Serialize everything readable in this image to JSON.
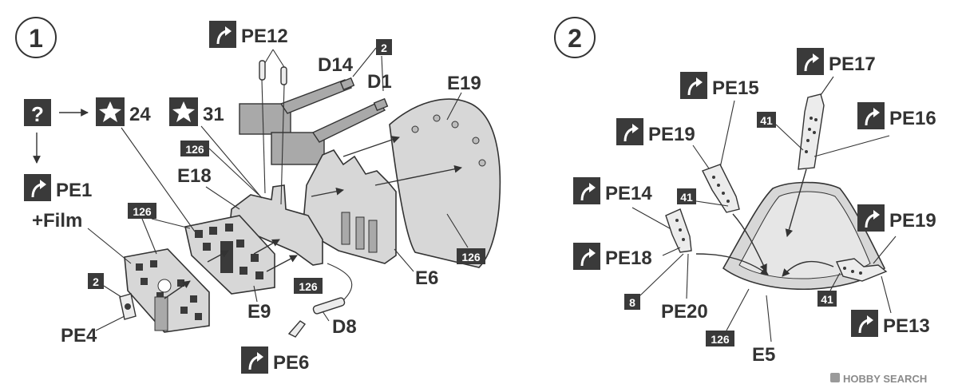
{
  "steps": {
    "step1": "1",
    "step2": "2"
  },
  "step1": {
    "pe12": "PE12",
    "d14": "D14",
    "d1": "D1",
    "e19": "E19",
    "ref24": "24",
    "ref31": "31",
    "pe1": "PE1",
    "film": "+Film",
    "e18": "E18",
    "e6": "E6",
    "e9": "E9",
    "pe4": "PE4",
    "d8": "D8",
    "pe6": "PE6",
    "badge_2a": "2",
    "badge_126a": "126",
    "badge_126b": "126",
    "badge_126c": "126",
    "badge_2b": "2",
    "badge_126d": "126"
  },
  "step2": {
    "pe17": "PE17",
    "pe15": "PE15",
    "pe16": "PE16",
    "pe19a": "PE19",
    "pe14": "PE14",
    "pe19b": "PE19",
    "pe18": "PE18",
    "pe20": "PE20",
    "pe13": "PE13",
    "e5": "E5",
    "badge_41a": "41",
    "badge_41b": "41",
    "badge_41c": "41",
    "badge_8": "8",
    "badge_126": "126"
  },
  "icons": {
    "question": "?",
    "photo_etch": "photo-etch-icon",
    "star": "star-icon",
    "bend": "bend-arrow-icon"
  },
  "watermark": {
    "brand": "HOBBY SEARCH"
  },
  "colors": {
    "ink": "#333333",
    "badge": "#3a3a3a",
    "part": "#d7d7d7"
  }
}
